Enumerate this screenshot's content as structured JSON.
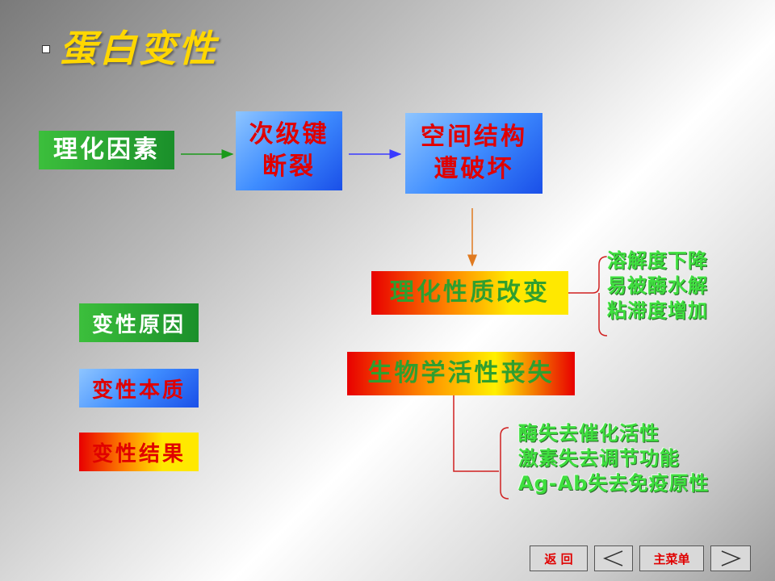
{
  "slide": {
    "title": "蛋白变性"
  },
  "flow": {
    "factor": "理化因素",
    "bond_break_line1": "次级键",
    "bond_break_line2": "断裂",
    "structure_line1": "空间结构",
    "structure_line2": "遭破坏",
    "property_change": "理化性质改变",
    "activity_loss": "生物学活性丧失"
  },
  "property_effects": [
    "溶解度下降",
    "易被酶水解",
    "粘滞度增加"
  ],
  "activity_effects": [
    "酶失去催化活性",
    "激素失去调节功能",
    "Ag-Ab失去免疫原性"
  ],
  "legend": {
    "cause": "变性原因",
    "essence": "变性本质",
    "result": "变性结果"
  },
  "nav": {
    "back_label": "返 回",
    "menu_label": "主菜单",
    "prev_icon": "triangle-left-icon",
    "next_icon": "triangle-right-icon"
  },
  "colors": {
    "title": "#ffd700",
    "green_box": "#1a8f2a",
    "blue_box": "#3f8dff",
    "red_text": "#e00000",
    "effect_text": "#3fdf3f"
  }
}
